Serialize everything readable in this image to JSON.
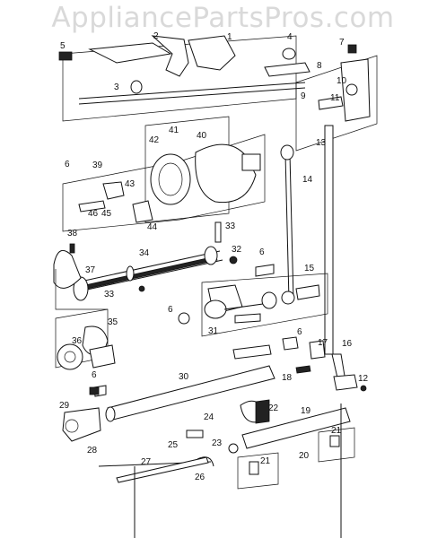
{
  "watermark": "AppliancePartsPros.com",
  "callouts": {
    "c1": "1",
    "c2": "2",
    "c3": "3",
    "c4": "4",
    "c5": "5",
    "c6": "6",
    "c7": "7",
    "c8": "8",
    "c9": "9",
    "c10": "10",
    "c11": "11",
    "c12": "12",
    "c13": "13",
    "c14": "14",
    "c15": "15",
    "c16": "16",
    "c17": "17",
    "c18": "18",
    "c19": "19",
    "c20": "20",
    "c21": "21",
    "c22": "22",
    "c23": "23",
    "c24": "24",
    "c25": "25",
    "c26": "26",
    "c27": "27",
    "c28": "28",
    "c29": "29",
    "c30": "30",
    "c31": "31",
    "c32": "32",
    "c33": "33",
    "c34": "34",
    "c35": "35",
    "c36": "36",
    "c37": "37",
    "c38": "38",
    "c39": "39",
    "c40": "40",
    "c41": "41",
    "c42": "42",
    "c43": "43",
    "c44": "44",
    "c45": "45",
    "c46": "46"
  }
}
